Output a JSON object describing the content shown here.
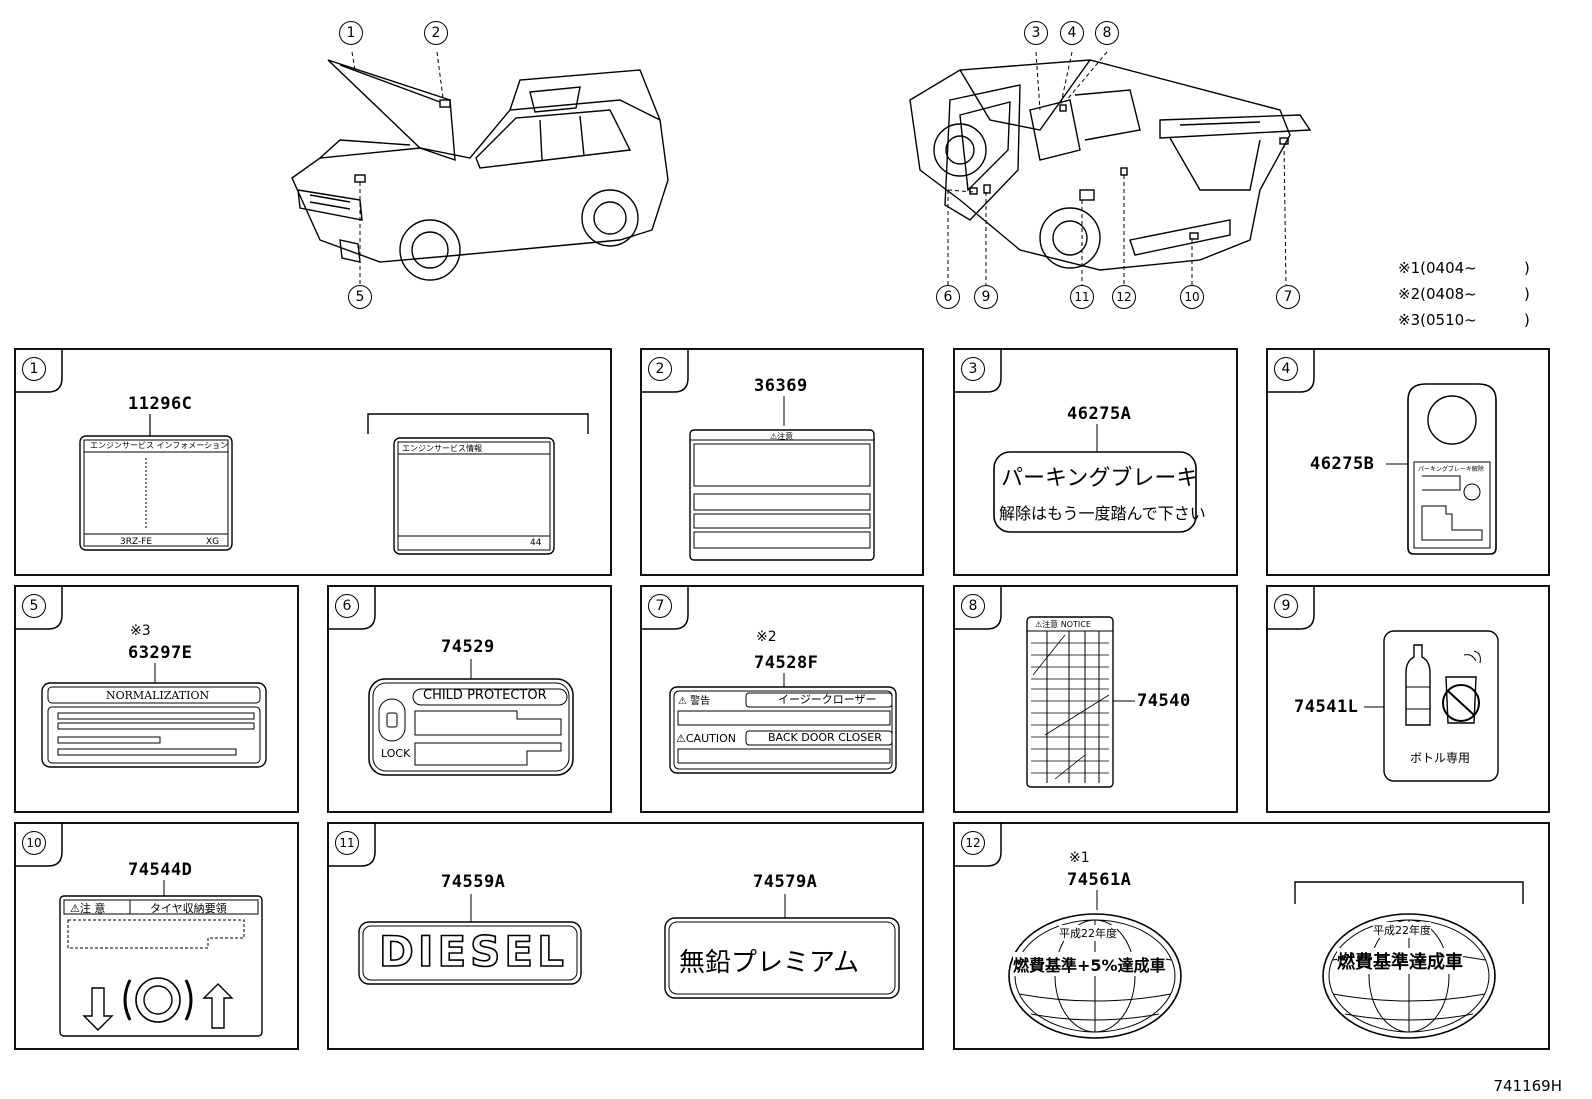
{
  "callouts": [
    "1",
    "2",
    "3",
    "4",
    "5",
    "6",
    "7",
    "8",
    "9",
    "10",
    "11",
    "12"
  ],
  "legend": [
    {
      "mark": "※1",
      "range": "(0404~",
      "end": ")"
    },
    {
      "mark": "※2",
      "range": "(0408~",
      "end": ")"
    },
    {
      "mark": "※3",
      "range": "(0510~",
      "end": ")"
    }
  ],
  "panels": {
    "p1": {
      "num": "1",
      "part": "11296C",
      "label_head": "エンジンサービス インフォメーション",
      "label_foot_left": "3RZ-FE",
      "label_foot_right": "XG",
      "label2_head": "エンジンサービス情報",
      "label2_foot": "44"
    },
    "p2": {
      "num": "2",
      "part": "36369",
      "head": "⚠注意"
    },
    "p3": {
      "num": "3",
      "part": "46275A",
      "line1": "パーキングブレーキ",
      "line2": "解除はもう一度踏んで下さい"
    },
    "p4": {
      "num": "4",
      "part": "46275B",
      "tag_text": "パーキングブレーキ解除"
    },
    "p5": {
      "num": "5",
      "mark": "※3",
      "part": "63297E",
      "title": "NORMALIZATION"
    },
    "p6": {
      "num": "6",
      "part": "74529",
      "title": "CHILD PROTECTOR",
      "lock": "LOCK"
    },
    "p7": {
      "num": "7",
      "mark": "※2",
      "part": "74528F",
      "warn": "⚠ 警告",
      "warn_box": "イージークローザー",
      "caution": "⚠CAUTION",
      "caution_box": "BACK DOOR CLOSER"
    },
    "p8": {
      "num": "8",
      "part": "74540",
      "head": "⚠注意 NOTICE"
    },
    "p9": {
      "num": "9",
      "part": "74541L",
      "caption": "ボトル専用"
    },
    "p10": {
      "num": "10",
      "part": "74544D",
      "head_left": "⚠注 意",
      "head_right": "タイヤ収納要領"
    },
    "p11": {
      "num": "11",
      "part_a": "74559A",
      "text_a": "DIESEL",
      "part_b": "74579A",
      "text_b": "無鉛プレミアム"
    },
    "p12": {
      "num": "12",
      "mark": "※1",
      "part": "74561A",
      "top_a": "平成22年度",
      "main_a": "燃費基準+5%達成車",
      "top_b": "平成22年度",
      "main_b": "燃費基準達成車"
    }
  },
  "footer": "741169H"
}
